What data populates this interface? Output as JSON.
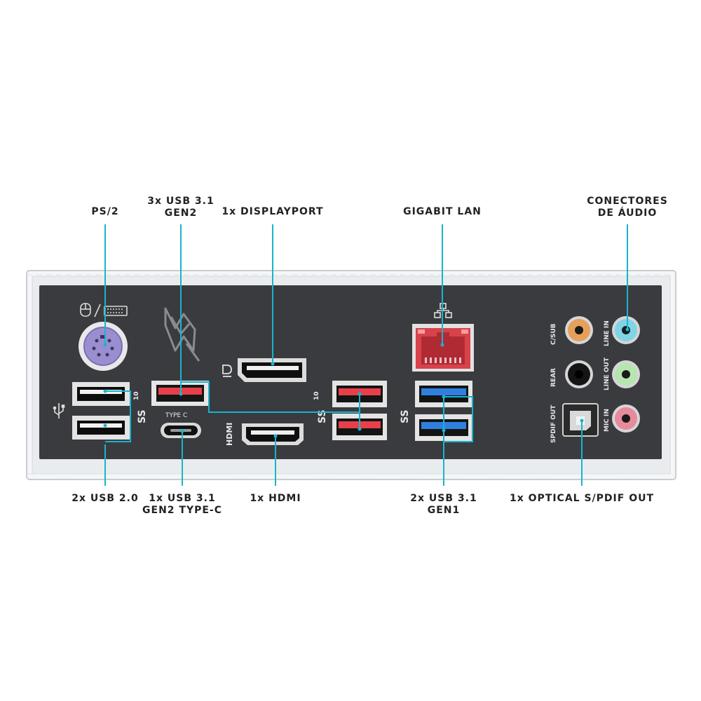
{
  "labels": {
    "ps2": "PS/2",
    "usb31_gen2_line1": "3x USB 3.1",
    "usb31_gen2_line2": "GEN2",
    "displayport": "1x DISPLAYPORT",
    "gigabit_lan": "GIGABIT LAN",
    "audio_line1": "CONECTORES",
    "audio_line2": "DE ÁUDIO",
    "usb20": "2x USB 2.0",
    "typec_line1": "1x USB 3.1",
    "typec_line2": "GEN2 TYPE-C",
    "hdmi": "1x HDMI",
    "usb31_gen1_line1": "2x USB 3.1",
    "usb31_gen1_line2": "GEN1",
    "optical": "1x OPTICAL S/PDIF OUT"
  },
  "panel_text": {
    "type_c": "TYPE C",
    "hdmi": "HDMI",
    "c_sub": "C/SUB",
    "rear": "REAR",
    "spdif_out": "SPDIF OUT",
    "line_in": "LINE IN",
    "line_out": "LINE OUT",
    "mic_in": "MIC IN",
    "ss_badge": "SS",
    "ss_badge_10": "10"
  },
  "colors": {
    "leader": "#18b4cf",
    "panel": "#3a3b3f",
    "usb_gen2": "#e8404a",
    "usb_gen1": "#2f7fe0",
    "lan": "#d8424a",
    "jack_orange": "#e6a05a",
    "jack_blue": "#7fd4e6",
    "jack_black": "#151515",
    "jack_green": "#b5e6b0",
    "jack_pink": "#e88a9c",
    "ps2_port": "#9a8ed0"
  },
  "icons": [
    "mouse-keyboard-icon",
    "rog-logo-icon",
    "displayport-icon",
    "network-icon",
    "usb-icon",
    "superspeed-icon"
  ]
}
